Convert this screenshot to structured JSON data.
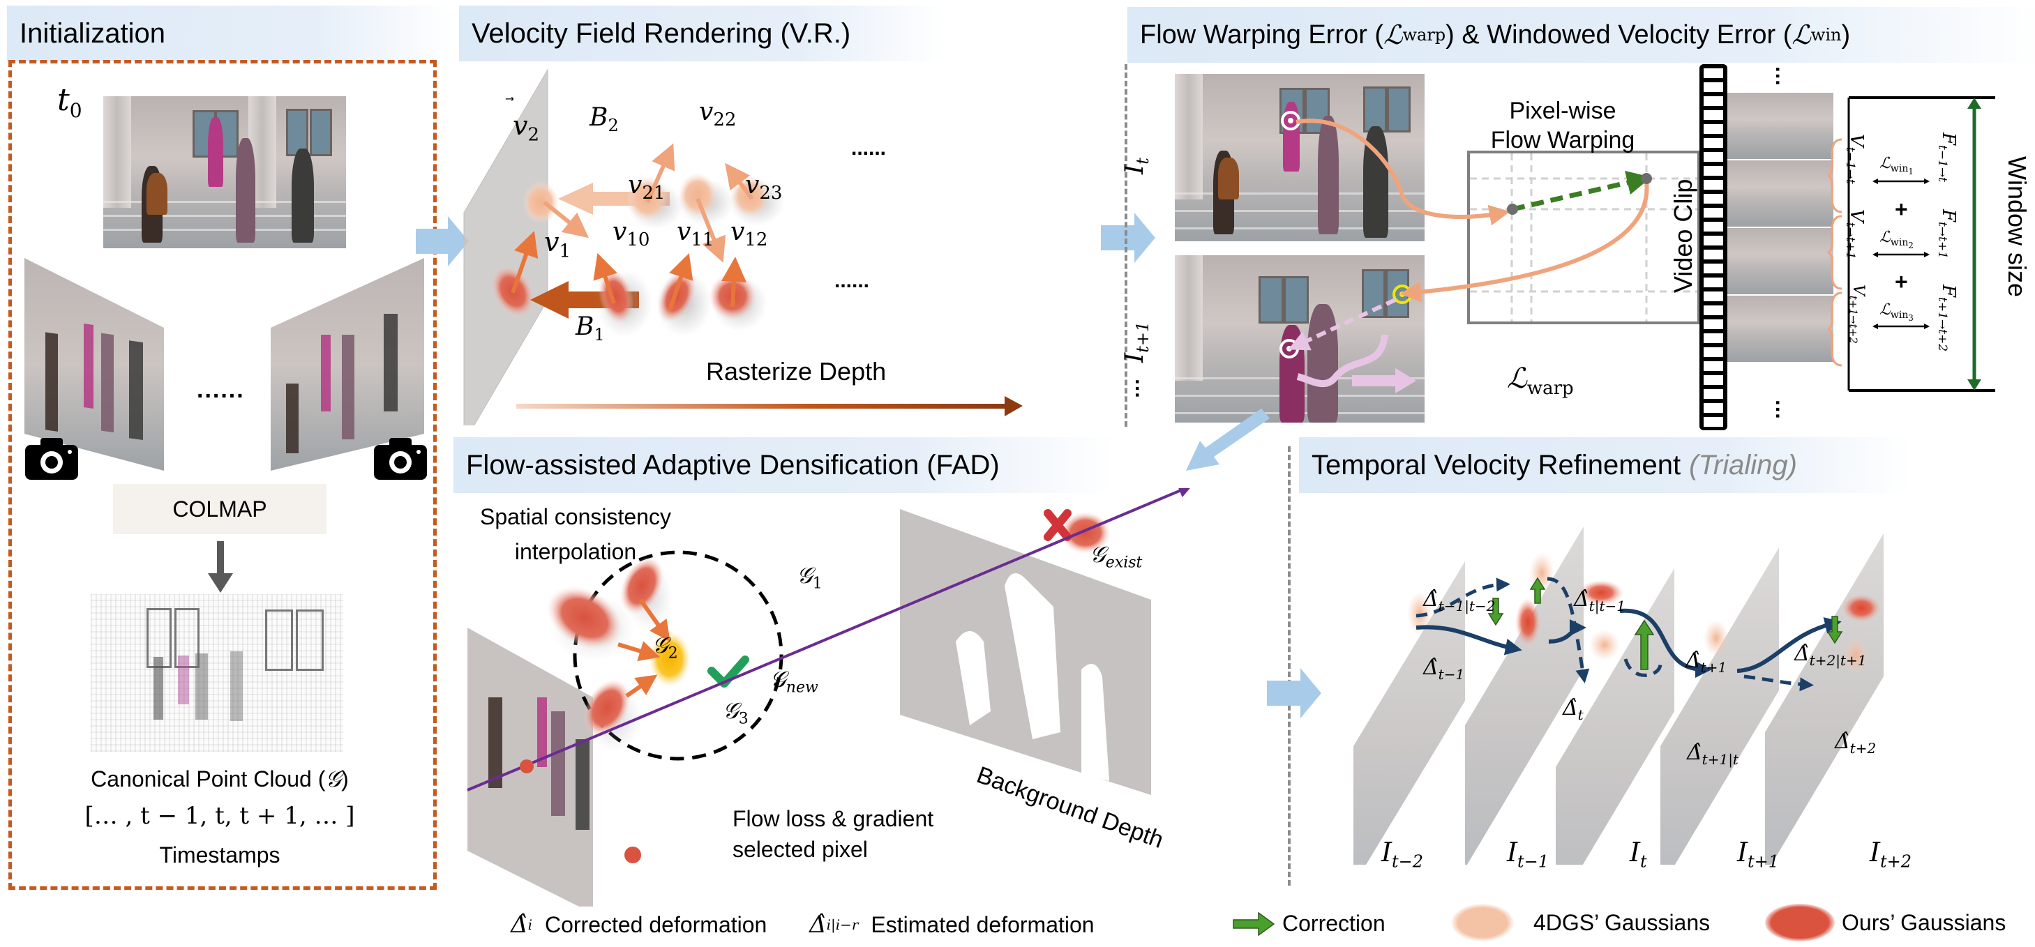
{
  "panels": {
    "initialization": {
      "title": "Initialization",
      "time_label": "t",
      "time_sub": "0",
      "ellipsis": "......",
      "colmap_label": "COLMAP",
      "point_cloud_label": "Canonical Point Cloud (",
      "point_cloud_symbol": "𝒢",
      "point_cloud_close": ")",
      "timestamps_seq": "[… , t − 1, t, t + 1, … ]",
      "timestamps_label": "Timestamps",
      "camera_icons": [
        "camera-icon",
        "camera-icon"
      ]
    },
    "velocity_rendering": {
      "title": "Velocity Field Rendering (V.R.)",
      "vectors": {
        "v2": "2",
        "v1": "1",
        "v21": "21",
        "v22": "22",
        "v23": "23",
        "v10": "10",
        "v11": "11",
        "v12": "12"
      },
      "vector_symbol": "v",
      "b2": "B",
      "b2_sub": "2",
      "b1": "B",
      "b1_sub": "1",
      "ellipsis_top": "......",
      "ellipsis_bottom": "......",
      "rasterize_label": "Rasterize Depth"
    },
    "flow_warping": {
      "title_part1": "Flow Warping Error (",
      "title_sym1": "ℒ",
      "title_sub1": "warp",
      "title_part2": ") & Windowed Velocity Error (",
      "title_sym2": "ℒ",
      "title_sub2": "win",
      "title_part3": ")",
      "frame_label_t": "I",
      "frame_label_t_sub": "t",
      "frame_label_t1": "I",
      "frame_label_t1_sub": "t+1",
      "frames_ellipsis": "…",
      "pixelwise_line1": "Pixel-wise",
      "pixelwise_line2": "Flow Warping",
      "loss_symbol": "ℒ",
      "loss_sub": "warp",
      "video_clip_label": "Video Clip",
      "window_size_label": "Window size",
      "clip_ellipsis_top": "…",
      "clip_ellipsis_bottom": "…",
      "window_terms": [
        {
          "V": "V",
          "V_sub": "t−1→t",
          "L": "ℒ",
          "L_sub": "win",
          "L_idx": "1",
          "F": "F",
          "F_sub": "t−1→t"
        },
        {
          "V": "V",
          "V_sub": "t→t+1",
          "L": "ℒ",
          "L_sub": "win",
          "L_idx": "2",
          "F": "F",
          "F_sub": "t→t+1"
        },
        {
          "V": "V",
          "V_sub": "t+1→t+2",
          "L": "ℒ",
          "L_sub": "win",
          "L_idx": "3",
          "F": "F",
          "F_sub": "t+1→t+2"
        }
      ],
      "plus": "+"
    },
    "fad": {
      "title": "Flow-assisted Adaptive Densification (FAD)",
      "spatial_line1": "Spatial consistency",
      "spatial_line2": "interpolation",
      "g_symbol": "𝒢",
      "g1": "1",
      "g2": "2",
      "g3": "3",
      "g_new": "new",
      "g_exist": "exist",
      "bg_depth_label": "Background Depth",
      "pixel_legend_line1": "Flow loss & gradient",
      "pixel_legend_line2": "selected pixel"
    },
    "temporal": {
      "title": "Temporal Velocity Refinement",
      "title_tag": "(Trialing)",
      "frames": [
        {
          "base": "I",
          "sub": "t−2"
        },
        {
          "base": "I",
          "sub": "t−1"
        },
        {
          "base": "I",
          "sub": "t"
        },
        {
          "base": "I",
          "sub": "t+1"
        },
        {
          "base": "I",
          "sub": "t+2"
        }
      ],
      "deltas": {
        "est_t1_t2": "t−1|t−2",
        "est_t_t1": "t|t−1",
        "corr_t1": "t−1",
        "corr_t": "t",
        "corr_tp1": "t+1",
        "est_tp1_t": "t+1|t",
        "est_tp2_tp1": "t+2|t+1",
        "corr_tp2": "t+2"
      },
      "delta_symbol": "Δ̂"
    }
  },
  "legend": {
    "corrected_symbol": "Δ̂",
    "corrected_sub": "i",
    "corrected_label": "Corrected deformation",
    "estimated_symbol": "Δ̂",
    "estimated_sub": "i|i−r",
    "estimated_label": "Estimated deformation",
    "correction_label": "Correction",
    "gaussians_4dgs_label": "4DGS’ Gaussians",
    "gaussians_ours_label": "Ours’ Gaussians"
  },
  "colors": {
    "header_bg": "#dce9f6",
    "init_border": "#c55a1f",
    "flow_arrow_blue": "#a9cbea",
    "gaussian_ours": "#d9533f",
    "gaussian_4dgs": "#f4c2a5",
    "velocity_arrow": "#e8763a",
    "correction_green": "#4aa02c",
    "trajectory_navy": "#1b3f66",
    "ray_purple": "#6a2c91",
    "window_green": "#1e6b2a",
    "warp_pink": "#e8c4e4"
  }
}
